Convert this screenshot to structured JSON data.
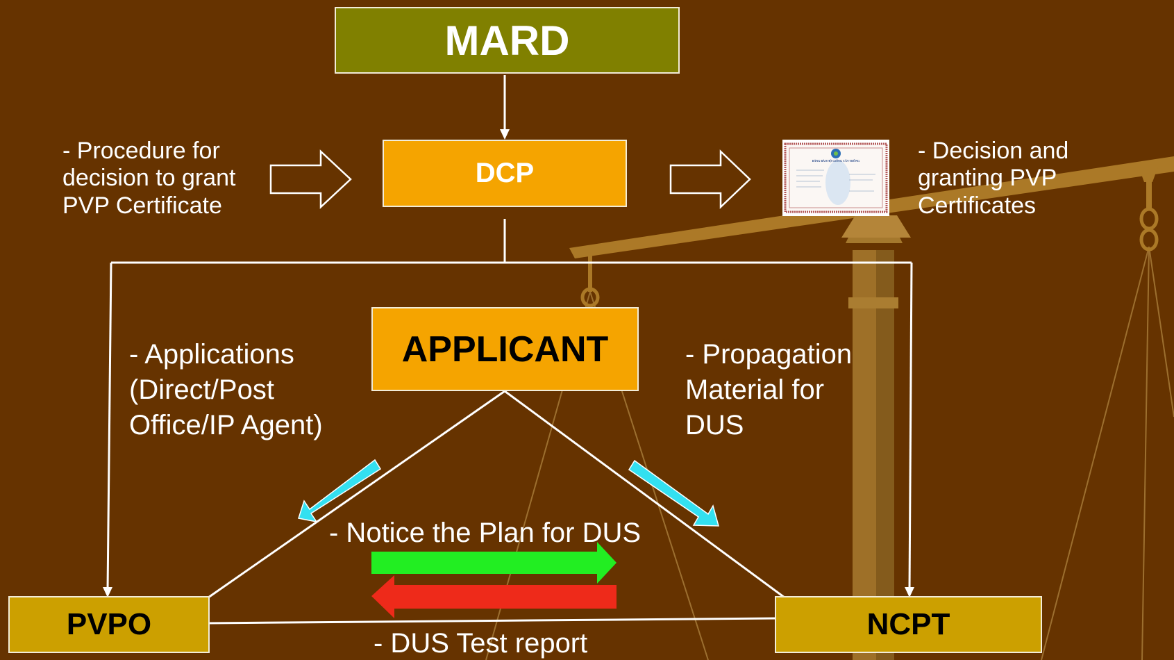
{
  "nodes": {
    "mard": "MARD",
    "dcp": "DCP",
    "applicant": "APPLICANT",
    "pvpo": "PVPO",
    "ncpt": "NCPT"
  },
  "labels": {
    "procedure": [
      "- Procedure for",
      "decision to grant",
      "PVP Certificate"
    ],
    "decision": [
      "- Decision and",
      "granting PVP",
      "Certificates"
    ],
    "applications": [
      "- Applications",
      "(Direct/Post",
      "Office/IP Agent)"
    ],
    "propagation": [
      "- Propagation",
      "Material for",
      "DUS"
    ],
    "notice": "- Notice the Plan for DUS",
    "report": "- DUS Test report"
  },
  "certificate": {
    "title": "BẢNG BẢO HỘ GIỐNG CÂY TRỒNG"
  },
  "colors": {
    "background": "#663300",
    "mard_box": "#808000",
    "dcp_box": "#f5a400",
    "unit_box": "#ccA000",
    "connector": "#ffffff",
    "cyan_arrow": "#33e0f0",
    "green_arrow": "#22ee22",
    "red_arrow": "#ee2a1a",
    "scale": "#b8862e"
  }
}
